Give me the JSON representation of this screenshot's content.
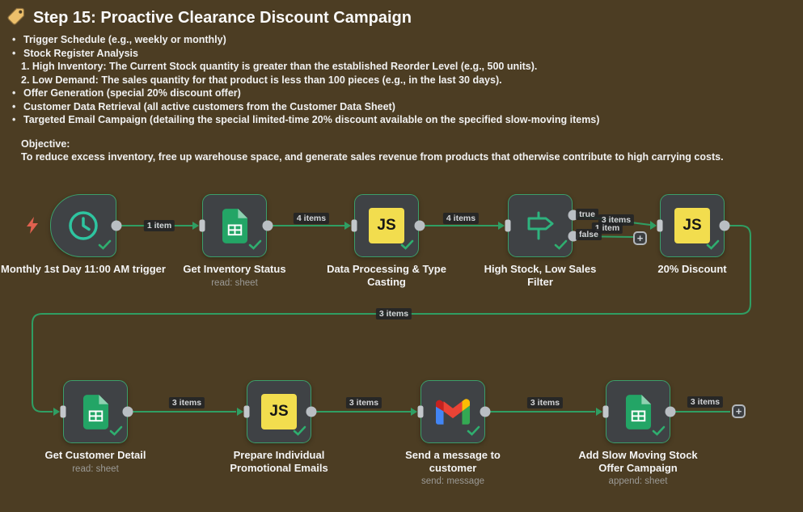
{
  "header": {
    "title": "Step 15: Proactive Clearance Discount Campaign"
  },
  "bullets": [
    {
      "text": "Trigger Schedule (e.g., weekly or monthly)"
    },
    {
      "text": "Stock Register Analysis",
      "sub": [
        "1. High Inventory: The Current Stock quantity is greater than the established Reorder Level (e.g., 500 units).",
        "2. Low Demand: The sales quantity for that product is less than 100 pieces (e.g., in the last 30 days)."
      ]
    },
    {
      "text": "Offer Generation (special 20% discount offer)"
    },
    {
      "text": "Customer Data Retrieval (all active customers from the Customer Data Sheet)"
    },
    {
      "text": "Targeted Email Campaign (detailing the special limited-time 20% discount available on the specified slow-moving items)"
    }
  ],
  "objective": {
    "label": "Objective:",
    "text": "To reduce excess inventory, free up warehouse space, and generate sales revenue from products that otherwise contribute to high carrying costs."
  },
  "nodes": [
    {
      "label": "Monthly 1st Day 11:00 AM trigger",
      "type": "schedule-trigger"
    },
    {
      "label": "Get Inventory Status",
      "sublabel": "read: sheet",
      "type": "google-sheets"
    },
    {
      "label": "Data Processing & Type Casting",
      "type": "code"
    },
    {
      "label": "High Stock, Low Sales Filter",
      "type": "filter"
    },
    {
      "label": "20% Discount",
      "type": "code"
    },
    {
      "label": "Get Customer Detail",
      "sublabel": "read: sheet",
      "type": "google-sheets"
    },
    {
      "label": "Prepare Individual Promotional Emails",
      "type": "code"
    },
    {
      "label": "Send a message to customer",
      "sublabel": "send: message",
      "type": "gmail"
    },
    {
      "label": "Add Slow Moving Stock Offer Campaign",
      "sublabel": "append: sheet",
      "type": "google-sheets"
    }
  ],
  "edges": {
    "e1": "1 item",
    "e2": "4 items",
    "e3": "4 items",
    "true_label": "true",
    "false_label": "false",
    "true_count": "3 items",
    "false_count": "1 item",
    "wrap": "3 items",
    "e5": "3 items",
    "e6": "3 items",
    "e7": "3 items",
    "e8": "3 items"
  },
  "icons": {
    "js_text": "JS",
    "plus": "+"
  },
  "colors": {
    "canvas_bg": "#4c3d23",
    "node_bg": "#3f4245",
    "node_border": "#3b9e6b",
    "connection_green": "#2f9e63",
    "success_check": "#2fae6f",
    "trigger_teal": "#2ec4a0",
    "js_yellow": "#f2dd4e",
    "sheets_green": "#23a566",
    "bolt_red": "#e0614f"
  }
}
